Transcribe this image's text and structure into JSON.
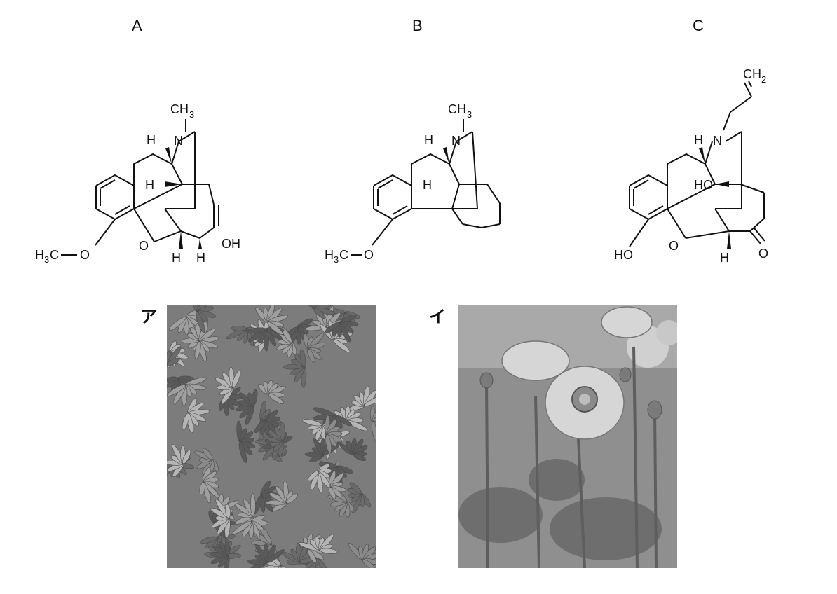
{
  "labels": {
    "a": "A",
    "b": "B",
    "c": "C"
  },
  "photo_labels": {
    "a": "ア",
    "i": "イ"
  },
  "structure_a": {
    "n": "N",
    "ch": "CH",
    "ch_sub": "3",
    "h_top": "H",
    "h_mid": "H",
    "h_bot1": "H",
    "h_bot2": "H",
    "o_ring": "O",
    "oh": "OH",
    "meo_h": "H",
    "meo_sub": "3",
    "meo_c": "C",
    "meo_o": "O"
  },
  "structure_b": {
    "n": "N",
    "ch": "CH",
    "ch_sub": "3",
    "h_top": "H",
    "h_mid": "H",
    "meo_h": "H",
    "meo_sub": "3",
    "meo_c": "C",
    "meo_o": "O"
  },
  "structure_c": {
    "ch2": "CH",
    "ch2_sub": "2",
    "n": "N",
    "h_top": "H",
    "ho_mid": "HO",
    "ho_left": "HO",
    "o_ring": "O",
    "o_keto": "O",
    "h_bot": "H"
  },
  "photos": {
    "left": {
      "subject": "cannabis-plant",
      "palette": [
        "#5a5a5a",
        "#8a8a8a",
        "#b5b5b5"
      ]
    },
    "right": {
      "subject": "poppy-flowers",
      "palette": [
        "#6a6a6a",
        "#9c9c9c",
        "#d8d8d8"
      ]
    }
  }
}
